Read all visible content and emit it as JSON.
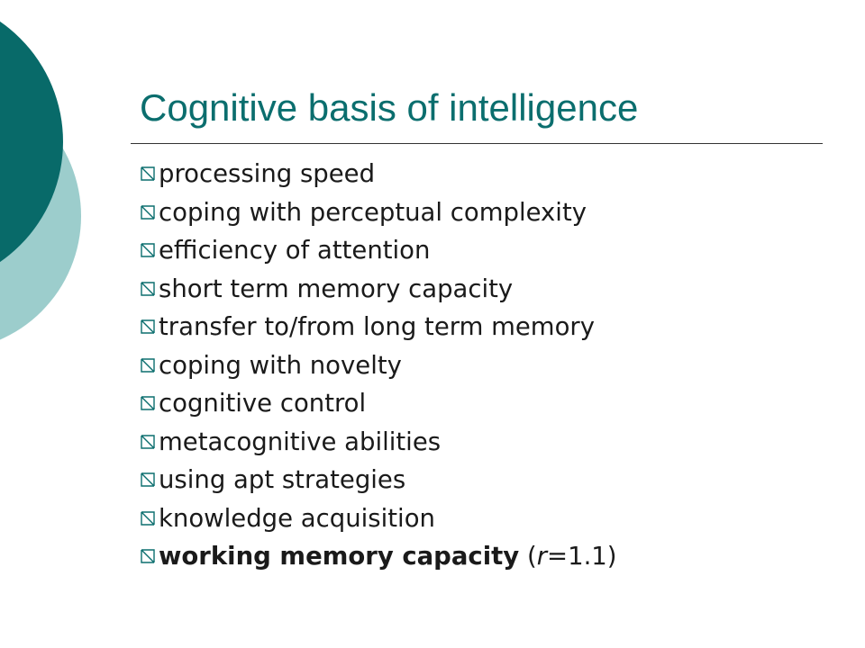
{
  "slide": {
    "title": "Cognitive basis of intelligence",
    "bullet_icon": "open-square-bullet-icon",
    "accent_colors": {
      "title": "#0b6e6e",
      "circle_dark": "#086a69",
      "circle_light": "#9ccdcc"
    },
    "items": [
      "processing speed",
      "coping with perceptual complexity",
      "efficiency of attention",
      "short term memory capacity",
      "transfer to/from long term memory",
      "coping with novelty",
      "cognitive control",
      "metacognitive abilities",
      "using apt strategies",
      "knowledge acquisition"
    ],
    "last_item": {
      "bold_text": "working memory capacity",
      "open": " (",
      "var": "r",
      "rest": "=1.1)"
    }
  }
}
